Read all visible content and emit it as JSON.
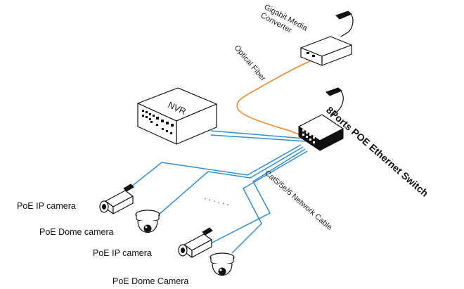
{
  "diagram": {
    "labels": {
      "gigabit_media_converter_line1": "Gigabit Media",
      "gigabit_media_converter_line2": "Converter",
      "optical_fiber": "Optical Fiber",
      "nvr": "NVR",
      "switch": "8Ports POE Ethernet Switch",
      "network_cable": "Cat5/5e/6 Network Cable",
      "poe_ip_camera_1": "PoE IP camera",
      "poe_dome_camera_1": "PoE Dome camera",
      "poe_ip_camera_2": "PoE IP camera",
      "poe_dome_camera_2": "PoE Dome Camera",
      "more_devices_dots": ". . . . . ."
    },
    "colors": {
      "fiber": "#f0882a",
      "network_cable": "#2f8fd8",
      "device_outline": "#111111"
    },
    "icons": [
      "nvr-icon",
      "media-converter-icon",
      "poe-switch-icon",
      "power-adapter-icon",
      "ip-camera-icon",
      "dome-camera-icon"
    ]
  }
}
